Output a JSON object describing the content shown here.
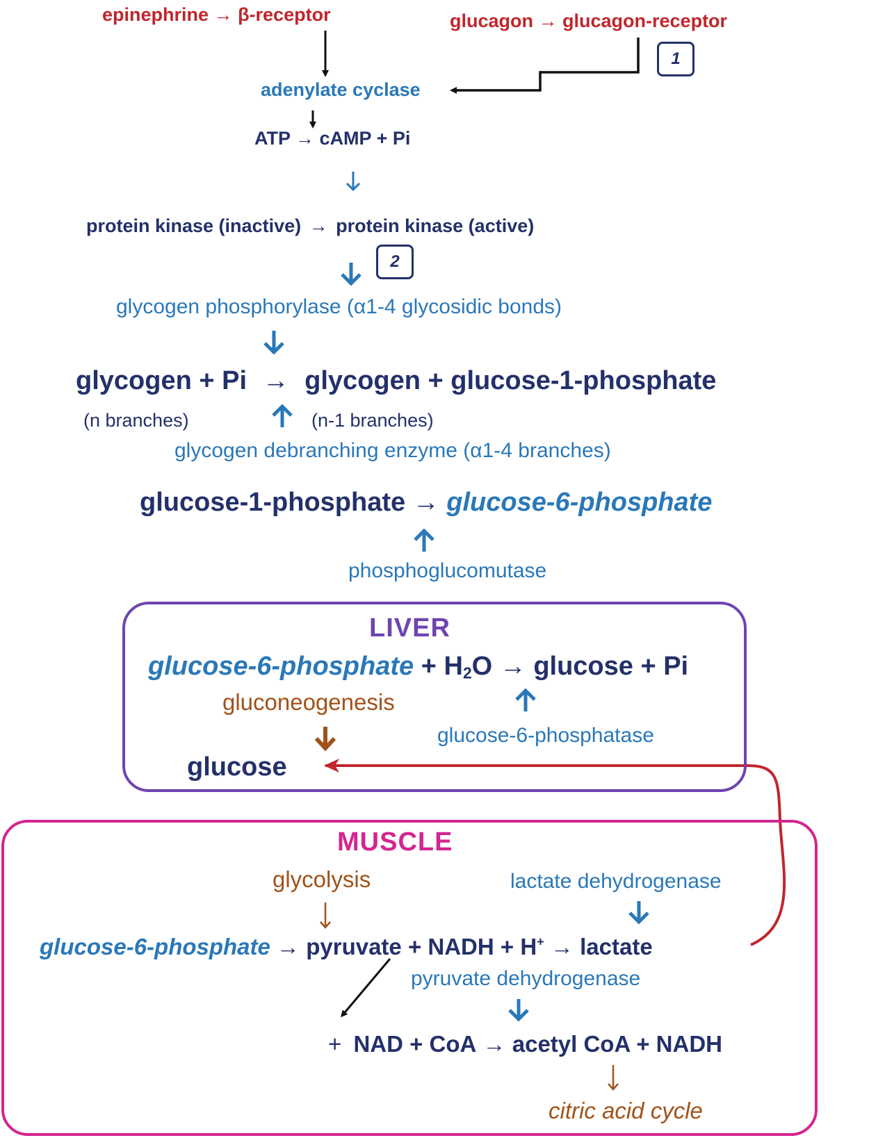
{
  "signals": {
    "epinephrine": "epinephrine",
    "beta_receptor": "β-receptor",
    "glucagon": "glucagon",
    "glucagon_receptor": "glucagon-receptor"
  },
  "arrow_glyph": "→",
  "steps": {
    "step1": "1",
    "step2": "2"
  },
  "cascade": {
    "adenylate_cyclase": "adenylate cyclase",
    "atp": "ATP",
    "camp_pi": "cAMP + Pi",
    "pk_inactive": "protein kinase (inactive)",
    "pk_active": "protein kinase (active)",
    "phosphorylase": "glycogen phosphorylase (α1-4 glycosidic bonds)"
  },
  "glycogenolysis": {
    "left": "glycogen + Pi",
    "right": "glycogen + glucose-1-phosphate",
    "n_branches": "(n branches)",
    "n1_branches": "(n-1 branches)",
    "debranching": "glycogen debranching enzyme (α1-4 branches)",
    "g1p": "glucose-1-phosphate",
    "g6p": "glucose-6-phosphate",
    "mutase": "phosphoglucomutase"
  },
  "liver": {
    "title": "LIVER",
    "g6p": "glucose-6-phosphate",
    "plus": "+",
    "h": "H",
    "two": "2",
    "o": "O",
    "products": "glucose + Pi",
    "gluconeogenesis": "gluconeogenesis",
    "phosphatase": "glucose-6-phosphatase",
    "glucose": "glucose"
  },
  "muscle": {
    "title": "MUSCLE",
    "glycolysis": "glycolysis",
    "ldh": "lactate dehydrogenase",
    "g6p": "glucose-6-phosphate",
    "pyruvate_nadh_h": "pyruvate + NADH + H",
    "h_plus": "+",
    "lactate": "lactate",
    "pdh": "pyruvate dehydrogenase",
    "plus": "+",
    "acetyl_reaction_left": "NAD + CoA",
    "acetyl_reaction_right": "acetyl CoA + NADH",
    "citric": "citric acid cycle"
  },
  "colors": {
    "signal_red": "#c0262c",
    "navy": "#23306a",
    "enzyme_blue": "#2a78b8",
    "brown": "#a0521a",
    "liver_purple": "#6f44b0",
    "muscle_magenta": "#d4258f"
  }
}
